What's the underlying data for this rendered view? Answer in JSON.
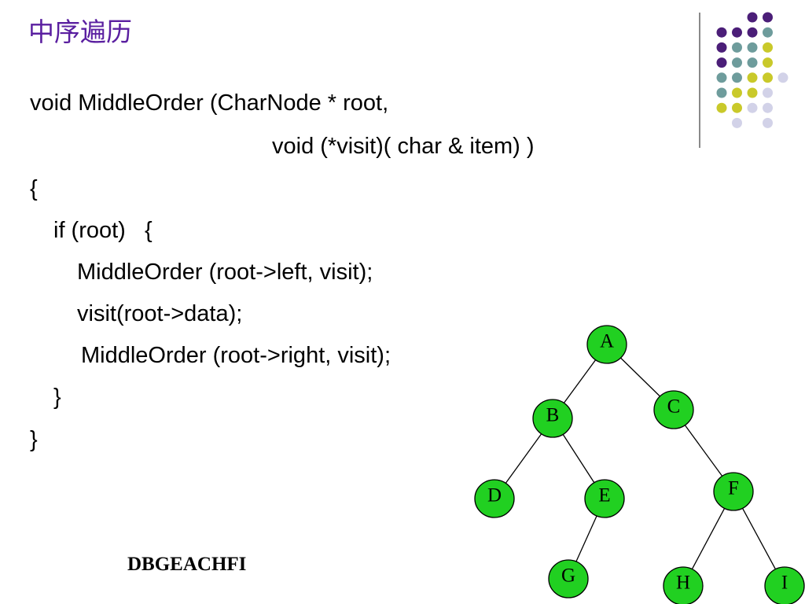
{
  "slide": {
    "title": "中序遍历",
    "code_lines": [
      "void MiddleOrder (CharNode * root,",
      "void (*visit)( char & item) )",
      "{",
      "if (root)   {",
      "MiddleOrder (root->left, visit);",
      "visit(root->data);",
      "MiddleOrder (root->right, visit);",
      "}",
      "}"
    ],
    "traversal_result": "DBGEACHFI"
  },
  "tree": {
    "node_color": "#21d021",
    "nodes": [
      {
        "id": "A",
        "label": "A"
      },
      {
        "id": "B",
        "label": "B"
      },
      {
        "id": "C",
        "label": "C"
      },
      {
        "id": "D",
        "label": "D"
      },
      {
        "id": "E",
        "label": "E"
      },
      {
        "id": "F",
        "label": "F"
      },
      {
        "id": "G",
        "label": "G"
      },
      {
        "id": "H",
        "label": "H"
      },
      {
        "id": "I",
        "label": "I"
      }
    ],
    "edges": [
      [
        "A",
        "B"
      ],
      [
        "A",
        "C"
      ],
      [
        "B",
        "D"
      ],
      [
        "B",
        "E"
      ],
      [
        "E",
        "G"
      ],
      [
        "C",
        "F"
      ],
      [
        "F",
        "H"
      ],
      [
        "F",
        "I"
      ]
    ]
  },
  "decoration": {
    "dot_colors": {
      "purple": "#4b1e78",
      "teal": "#6e9c9c",
      "yellow": "#c9c92a",
      "lavender": "#d2d2e8"
    }
  }
}
